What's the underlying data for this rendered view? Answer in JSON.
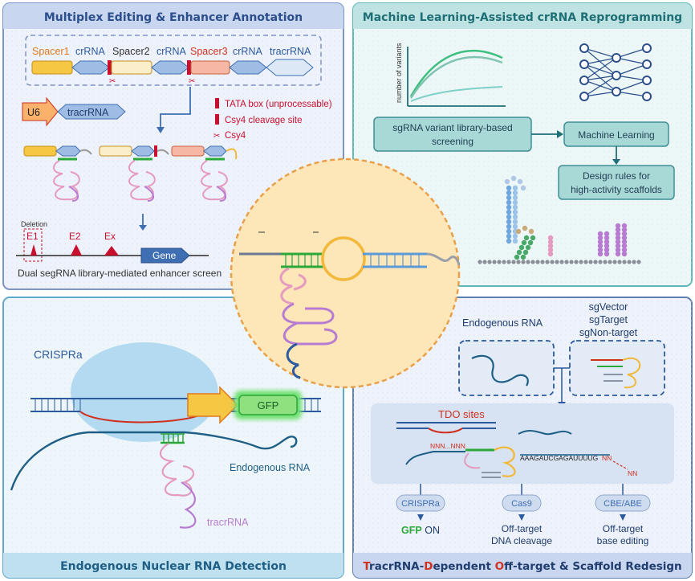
{
  "panels": {
    "top_left": {
      "title": "Multiplex Editing & Enhancer Annotation",
      "labels": {
        "spacer1": "Spacer1",
        "crrna1": "crRNA",
        "spacer2": "Spacer2",
        "crrna2": "crRNA",
        "spacer3": "Spacer3",
        "crrna3": "crRNA",
        "tracrrna_top": "tracrRNA",
        "u6": "U6",
        "tracrrna_box": "tracrRNA",
        "legend_tata": "TATA box (unprocessable)",
        "legend_cleavage": "Csy4 cleavage site",
        "legend_csy4": "Csy4",
        "deletion": "Deletion",
        "e1": "E1",
        "e2": "E2",
        "ex": "Ex",
        "gene": "Gene",
        "caption": "Dual segRNA library-mediated enhancer screen"
      }
    },
    "top_right": {
      "title": "Machine Learning-Assisted crRNA Reprogramming",
      "labels": {
        "y_axis": "number of variants",
        "screen_line1": "sgRNA variant library-based",
        "screen_line2": "screening",
        "ml": "Machine Learning",
        "rules_line1": "Design rules for",
        "rules_line2": "high-activity scaffolds"
      }
    },
    "center": {
      "title": "segRNA",
      "subtitle": "separately expressed guide RNA"
    },
    "bottom_left": {
      "title": "Endogenous Nuclear RNA Detection",
      "labels": {
        "crispra": "CRISPRa",
        "gfp": "GFP",
        "endogenous": "Endogenous RNA",
        "tracrrna": "tracrRNA"
      }
    },
    "bottom_right": {
      "title_parts": [
        "T",
        "racrRNA-",
        "D",
        "ependent ",
        "O",
        "ff-target & Scaffold Redesign"
      ],
      "labels": {
        "endogenous": "Endogenous RNA",
        "sgvector": "sgVector",
        "sgtarget": "sgTarget",
        "sgnontarget": "sgNon-target",
        "tdo": "TDO sites",
        "nnn": "NNN...NNN",
        "seq": "AAAGAUCGAGAUUUUG",
        "nn": "NN",
        "nn2": "NN",
        "crispra": "CRISPRa",
        "cas9": "Cas9",
        "cbe": "CBE/ABE",
        "gfp_on": "GFP",
        "on": "ON",
        "offtarget1": "Off-target",
        "dna_cleavage": "DNA cleavage",
        "offtarget2": "Off-target",
        "base_editing": "base editing"
      }
    }
  },
  "colors": {
    "blue_panel_border": "#7d95c6",
    "teal_panel_border": "#5fb6b9",
    "center_fill": "#fde6b8",
    "center_border": "#e9a04a",
    "red_text": "#d0311f",
    "green_text": "#2ba83a",
    "blue_text": "#2b5a9e"
  }
}
